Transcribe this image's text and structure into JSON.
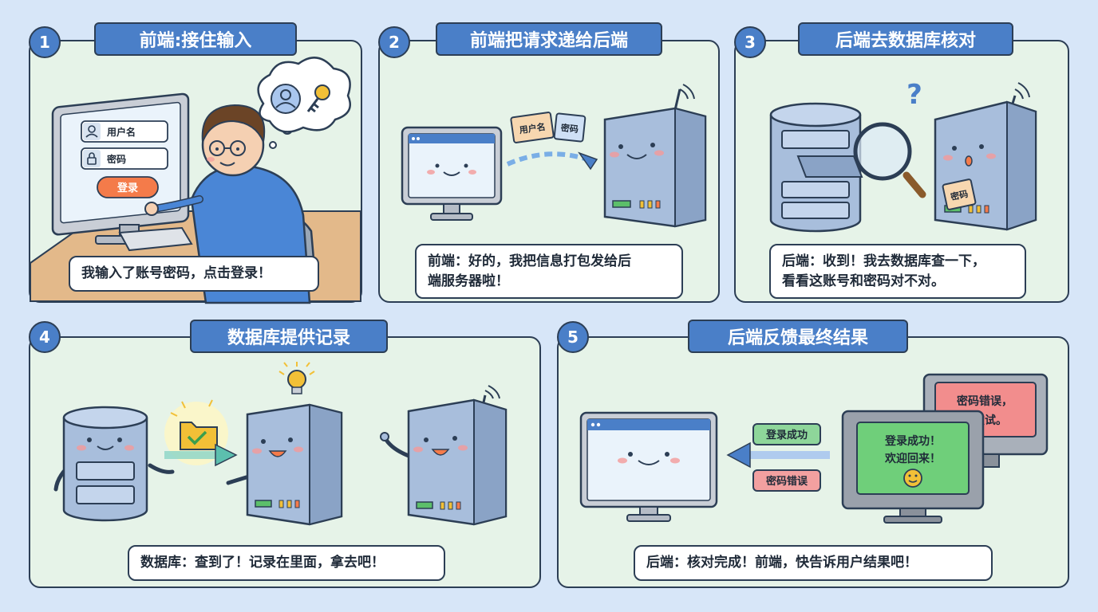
{
  "panels": [
    {
      "number": "1",
      "title": "前端:接住输入",
      "speech": [
        "我输入了账号密码，点击登录！"
      ],
      "form": {
        "username_label": "用户名",
        "password_label": "密码",
        "login_button": "登录"
      }
    },
    {
      "number": "2",
      "title": "前端把请求递给后端",
      "speech": [
        "前端：好的，我把信息打包发给后",
        "端服务器啦！"
      ],
      "packets": [
        "用户名",
        "密码"
      ]
    },
    {
      "number": "3",
      "title": "后端去数据库核对",
      "speech": [
        "后端：收到！我去数据库查一下，",
        "看看这账号和密码对不对。"
      ],
      "note": "密码",
      "question_mark": "?"
    },
    {
      "number": "4",
      "title": "数据库提供记录",
      "speech": [
        "数据库：查到了！记录在里面，拿去吧！"
      ]
    },
    {
      "number": "5",
      "title": "后端反馈最终结果",
      "speech": [
        "后端：核对完成！前端，快告诉用户结果吧！"
      ],
      "tag_success": "登录成功",
      "tag_error": "密码错误",
      "success_screen": [
        "登录成功！",
        "欢迎回来！"
      ],
      "error_screen": [
        "密码错误，",
        "请重试。"
      ]
    }
  ],
  "colors": {
    "panel_bg": "#e6f3e8",
    "title_bg": "#4a7fc8",
    "outline": "#2c3e55",
    "success": "#5cbf6a",
    "error": "#e26a6a"
  }
}
